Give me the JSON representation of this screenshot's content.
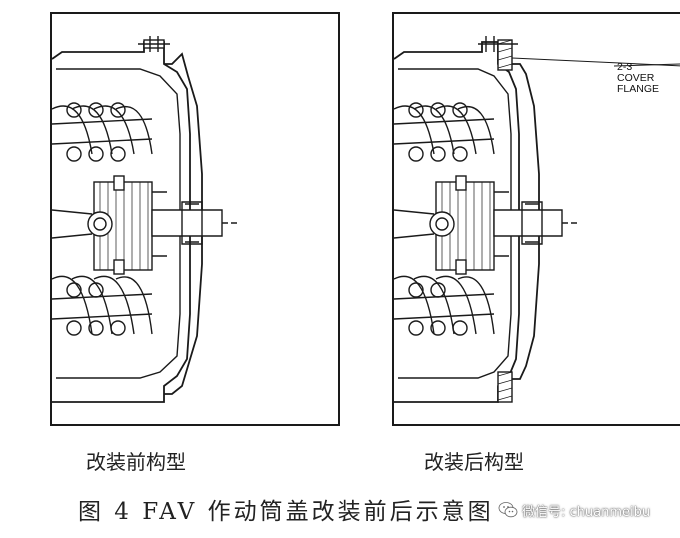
{
  "callout": {
    "text": "2-3\nCOVER\nFLANGE"
  },
  "captions": {
    "before": "改装前构型",
    "after": "改装后构型"
  },
  "figure_caption": "图 4 FAV 作动筒盖改装前后示意图",
  "watermark": {
    "icon": "wechat-icon",
    "text": "微信号: chuanmeibu"
  }
}
